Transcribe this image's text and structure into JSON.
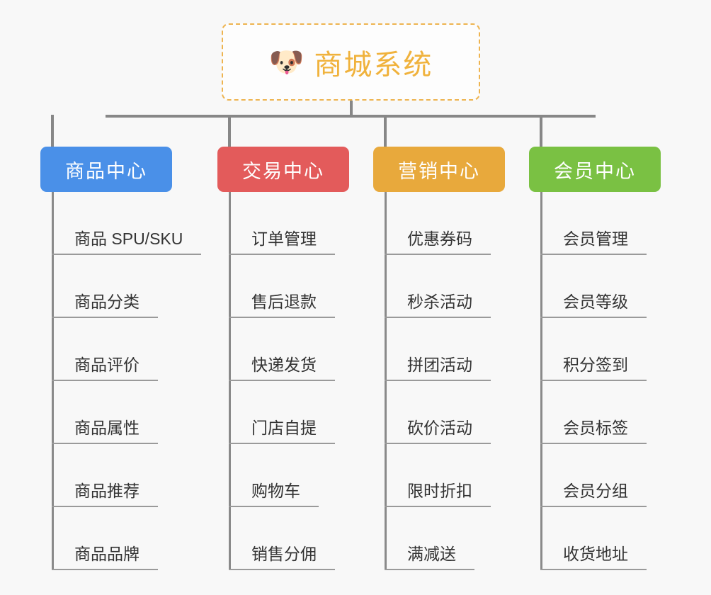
{
  "background_color": "#f8f8f8",
  "root": {
    "icon": "shiba-dog-face-emoji",
    "emoji": "🐶",
    "title": "商城系统",
    "border_color": "#eeb450",
    "text_color": "#f0b23c"
  },
  "categories": [
    {
      "label": "商品中心",
      "color": "#4a90e8",
      "items": [
        "商品 SPU/SKU",
        "商品分类",
        "商品评价",
        "商品属性",
        "商品推荐",
        "商品品牌"
      ]
    },
    {
      "label": "交易中心",
      "color": "#e35b5b",
      "items": [
        "订单管理",
        "售后退款",
        "快递发货",
        "门店自提",
        "购物车",
        "销售分佣"
      ]
    },
    {
      "label": "营销中心",
      "color": "#e8a93c",
      "items": [
        "优惠券码",
        "秒杀活动",
        "拼团活动",
        "砍价活动",
        "限时折扣",
        "满减送"
      ]
    },
    {
      "label": "会员中心",
      "color": "#7ac143",
      "items": [
        "会员管理",
        "会员等级",
        "积分签到",
        "会员标签",
        "会员分组",
        "收货地址"
      ]
    }
  ],
  "layout": {
    "category_x": [
      57,
      307,
      527,
      747
    ],
    "category_width": [
      186,
      186,
      186,
      186
    ],
    "spine_x": [
      73,
      323,
      543,
      763
    ],
    "connector_color": "#878787",
    "leaf_line_color": "#9a9a9a"
  }
}
